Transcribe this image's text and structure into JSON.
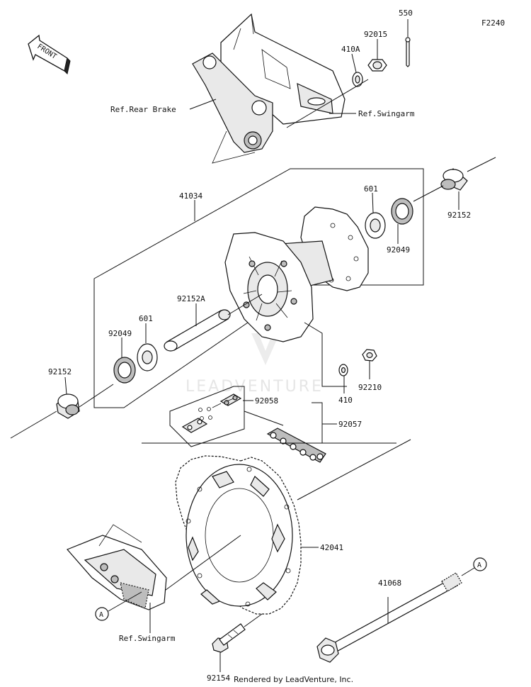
{
  "diagram_code": "F2240",
  "front_label": "FRONT",
  "labels": {
    "p550": "550",
    "p92015": "92015",
    "p410A": "410A",
    "ref_rear_brake": "Ref.Rear Brake",
    "ref_swingarm_top": "Ref.Swingarm",
    "p41034": "41034",
    "p601_right": "601",
    "p92152_right": "92152",
    "p92049_right": "92049",
    "p92152A": "92152A",
    "p92049_left": "92049",
    "p601_left": "601",
    "p92152_left": "92152",
    "p410": "410",
    "p92210": "92210",
    "p92058": "92058",
    "p92057": "92057",
    "p42041": "42041",
    "p41068": "41068",
    "callout_a_top": "A",
    "callout_a_bottom": "A",
    "ref_swingarm_bottom": "Ref.Swingarm",
    "p92154": "92154"
  },
  "watermark": "LEADVENTURE",
  "footer": "Rendered by LeadVenture, Inc."
}
